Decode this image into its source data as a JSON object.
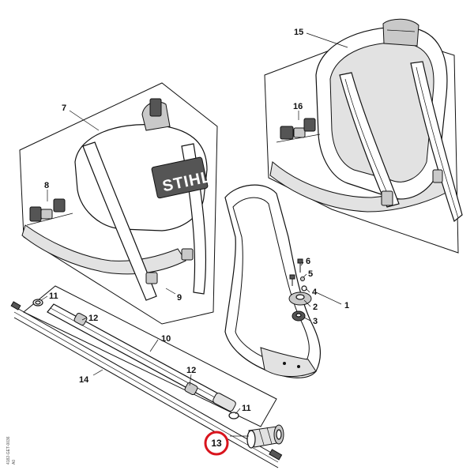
{
  "brand_logo": "STIHL",
  "highlight_color": "#d9141d",
  "side_code": [
    "4182-GET-0036",
    "A0"
  ],
  "callouts": {
    "p1": "1",
    "p2": "2",
    "p3": "3",
    "p4": "4",
    "p5": "5",
    "p6": "6",
    "p7": "7",
    "p8": "8",
    "p9": "9",
    "p10": "10",
    "p11a": "11",
    "p11b": "11",
    "p12a": "12",
    "p12b": "12",
    "p13": "13",
    "p14": "14",
    "p15": "15",
    "p16": "16"
  }
}
